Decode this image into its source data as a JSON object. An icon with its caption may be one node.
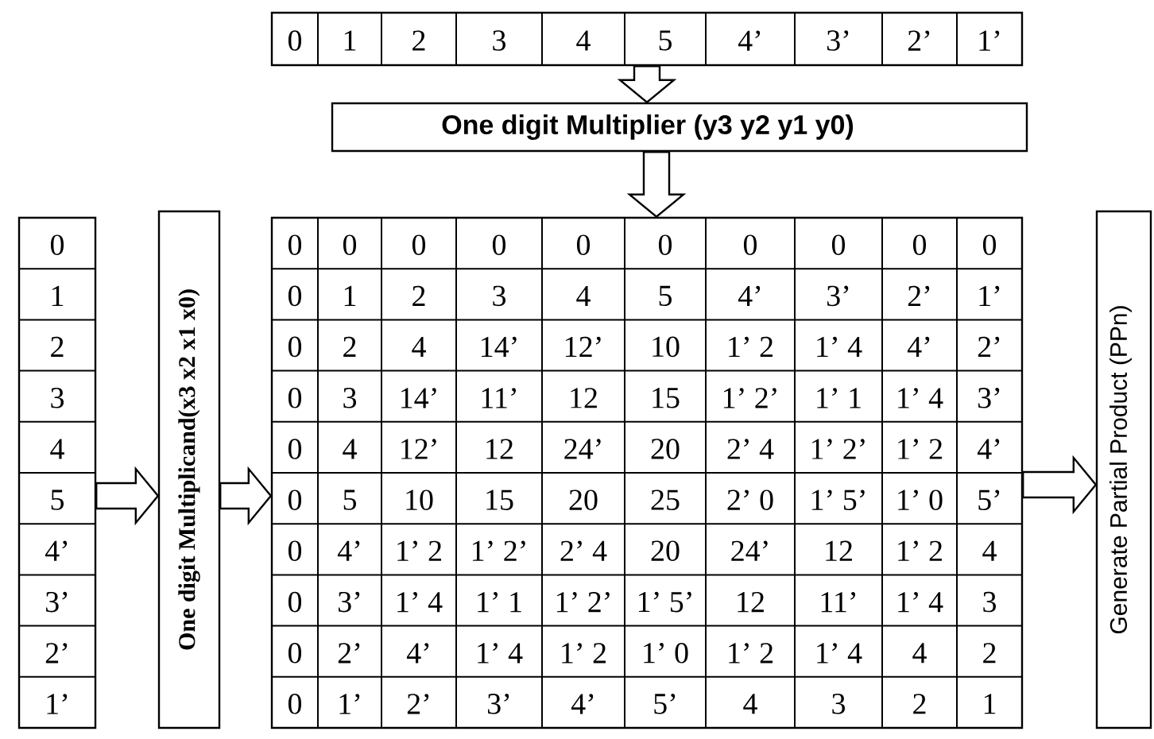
{
  "diagram": {
    "nodes": [
      {
        "text": [
          "0",
          "1",
          "2",
          "3",
          "4",
          "5",
          "4’",
          "3’",
          "2’",
          "1’"
        ]
      },
      {
        "text": [
          "One digit Multiplier (y3 y2 y1 y0)"
        ]
      },
      {
        "text": [
          "0",
          "1",
          "2",
          "3",
          "4",
          "5",
          "4’",
          "3’",
          "2’",
          "1’"
        ]
      },
      {
        "text": [
          "One digit Multiplicand(x3 x2 x1 x0)"
        ]
      },
      {
        "text": [
          "0",
          "0",
          "0",
          "0",
          "0",
          "0",
          "0",
          "0",
          "0",
          "0",
          "0",
          "1",
          "2",
          "3",
          "4",
          "5",
          "4’",
          "3’",
          "2’",
          "1’",
          "0",
          "2",
          "4",
          "14’",
          "12’",
          "10",
          "1’ 2",
          "1’ 4",
          "4’",
          "2’",
          "0",
          "3",
          "14’",
          "11’",
          "12",
          "15",
          "1’ 2’",
          "1’ 1",
          "1’ 4",
          "3’",
          "0",
          "4",
          "12’",
          "12",
          "24’",
          "20",
          "2’ 4",
          "1’ 2’",
          "1’ 2",
          "4’",
          "0",
          "5",
          "10",
          "15",
          "20",
          "25",
          "2’ 0",
          "1’ 5’",
          "1’ 0",
          "5’",
          "0",
          "4’",
          "1’ 2",
          "1’ 2’",
          "2’ 4",
          "20",
          "24’",
          "12",
          "1’ 2",
          "4",
          "0",
          "3’",
          "1’ 4",
          "1’ 1",
          "1’ 2’",
          "1’ 5’",
          "12",
          "11’",
          "1’ 4",
          "3",
          "0",
          "2’",
          "4’",
          "1’ 4",
          "1’ 2",
          "1’ 0",
          "1’ 2",
          "1’ 4",
          "4",
          "2",
          "0",
          "1’",
          "2’",
          "3’",
          "4’",
          "5’",
          "4",
          "3",
          "2",
          "1"
        ]
      },
      {
        "text": [
          "Generate Partial Product (PPn)"
        ]
      }
    ],
    "edges": [
      {
        "from": 0,
        "to": 1,
        "arrow": "to"
      },
      {
        "from": 1,
        "to": 4,
        "arrow": "to"
      },
      {
        "from": 2,
        "to": 3,
        "arrow": "to"
      },
      {
        "from": 3,
        "to": 4,
        "arrow": "to"
      },
      {
        "from": 4,
        "to": 5,
        "arrow": "to"
      }
    ]
  }
}
